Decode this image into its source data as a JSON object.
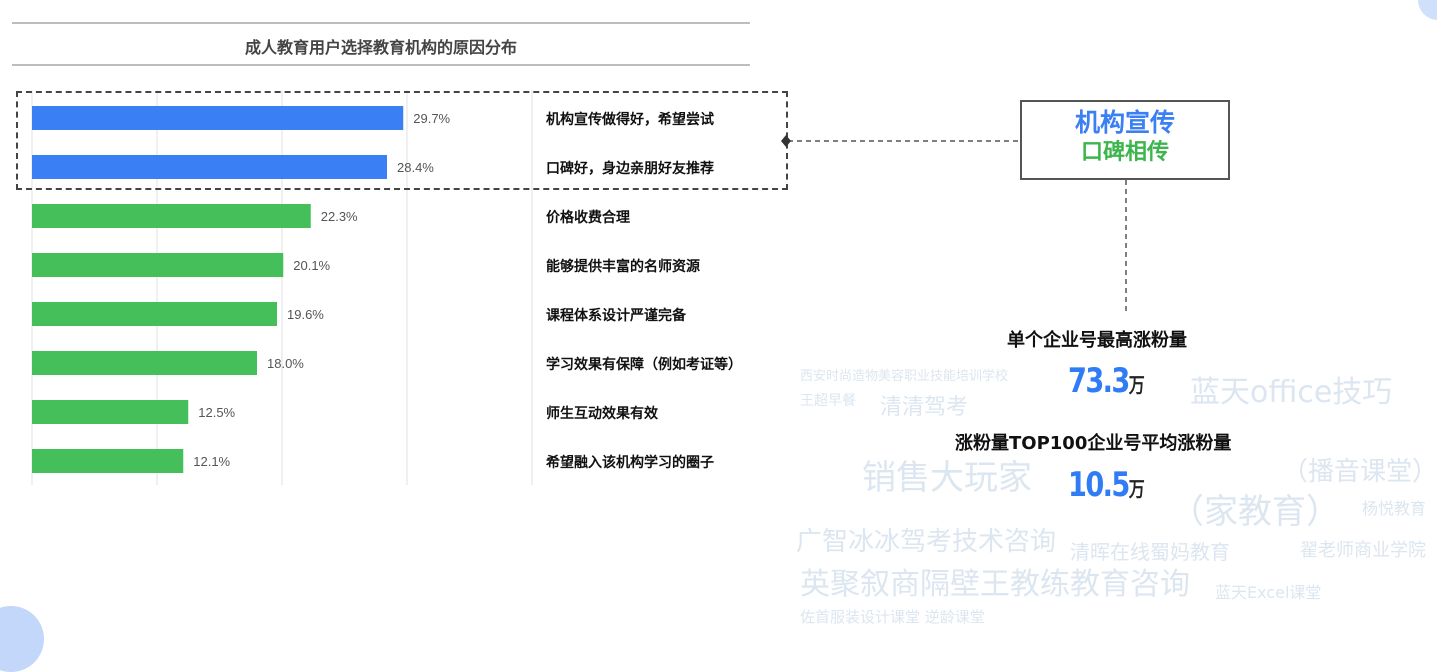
{
  "chart_data": {
    "type": "bar",
    "orientation": "horizontal",
    "title": "成人教育用户选择教育机构的原因分布",
    "categories": [
      "机构宣传做得好，希望尝试",
      "口碑好，身边亲朋好友推荐",
      "价格收费合理",
      "能够提供丰富的名师资源",
      "课程体系设计严谨完备",
      "学习效果有保障（例如考证等）",
      "师生互动效果有效",
      "希望融入该机构学习的圈子"
    ],
    "values": [
      29.7,
      28.4,
      22.3,
      20.1,
      19.6,
      18.0,
      12.5,
      12.1
    ],
    "labels": [
      "29.7%",
      "28.4%",
      "22.3%",
      "20.1%",
      "19.6%",
      "18.0%",
      "12.5%",
      "12.1%"
    ],
    "highlighted": [
      true,
      true,
      false,
      false,
      false,
      false,
      false,
      false
    ],
    "xlim": [
      0,
      40
    ],
    "grid": true,
    "colors": {
      "highlight": "#3b7ff5",
      "normal": "#45bf5a"
    }
  },
  "callout": {
    "line1": "机构宣传",
    "line2": "口碑相传",
    "color1": "#3b7ff5",
    "color2": "#3cb64c"
  },
  "stats": [
    {
      "label": "单个企业号最高涨粉量",
      "value": "73.3",
      "unit": "万"
    },
    {
      "label": "涨粉量TOP100企业号平均涨粉量",
      "value": "10.5",
      "unit": "万"
    }
  ],
  "wordcloud": [
    "蓝天office技巧",
    "广智冰冰驾考技术咨询",
    "（播音课堂）",
    "清清驾考",
    "销售大玩家",
    "（家教育）",
    "杨悦教育",
    "英聚叙商隔壁王教练教育咨询",
    "清晖在线蜀妈教育",
    "翟老师商业学院",
    "蓝天Excel课堂",
    "佐首服装设计课堂 逆龄课堂",
    "西安时尚造物美容职业技能培训学校",
    "王超早餐"
  ]
}
